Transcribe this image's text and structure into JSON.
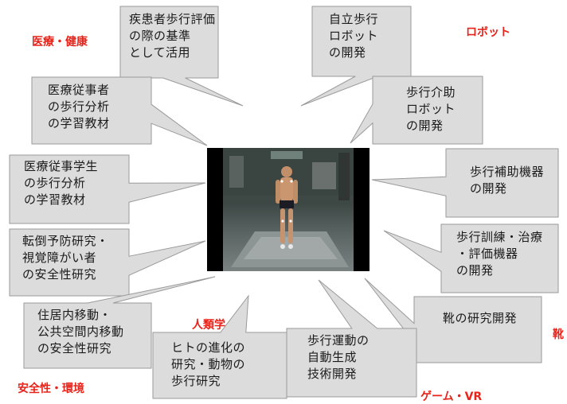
{
  "categories": {
    "medical": "医療・健康",
    "robot": "ロボット",
    "anthropology": "人類学",
    "safety": "安全性・環境",
    "game": "ゲーム・VR",
    "shoes": "靴"
  },
  "bubbles": [
    {
      "id": "patient",
      "text": "疾患者歩行評価\nの際の基準\nとして活用"
    },
    {
      "id": "autonomous-robot",
      "text": "自立歩行\nロボット\nの開発"
    },
    {
      "id": "assist-robot",
      "text": "歩行介助\nロボット\nの開発"
    },
    {
      "id": "medical-staff",
      "text": "医療従事者\nの歩行分析\nの学習教材"
    },
    {
      "id": "medical-student",
      "text": "医療従事学生\nの歩行分析\nの学習教材"
    },
    {
      "id": "assist-device",
      "text": "歩行補助機器\nの開発"
    },
    {
      "id": "fall-prevention",
      "text": "転倒予防研究・\n視覚障がい者\nの安全性研究"
    },
    {
      "id": "training-device",
      "text": "歩行訓練・治療\n・評価機器\nの開発"
    },
    {
      "id": "housing",
      "text": "住居内移動・\n公共空間内移動\nの安全性研究"
    },
    {
      "id": "shoe-research",
      "text": "靴の研究開発"
    },
    {
      "id": "evolution",
      "text": "ヒトの進化の\n研究・動物の\n歩行研究"
    },
    {
      "id": "motion-gen",
      "text": "歩行運動の\n自動生成\n技術開発"
    }
  ],
  "colors": {
    "bubble_fill": "#dcdcdc",
    "bubble_stroke": "#9a9a9a",
    "category_text": "#e8231a",
    "photo_background": "#000000"
  }
}
